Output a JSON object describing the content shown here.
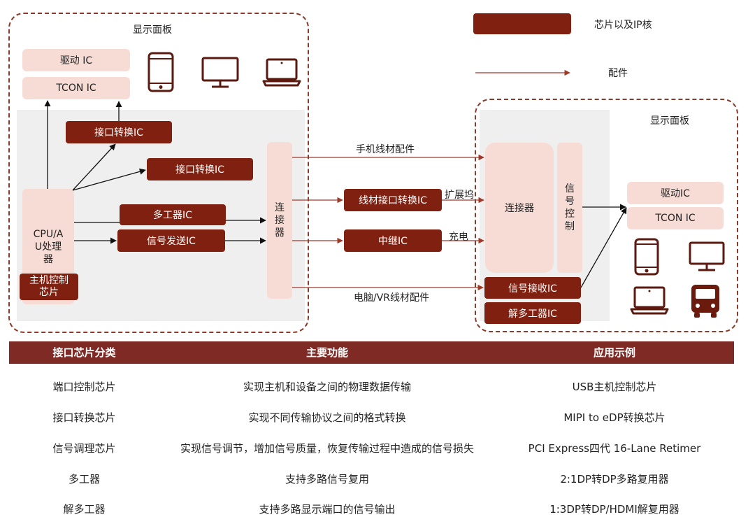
{
  "legend": {
    "chip_label": "芯片以及IP核",
    "arrow_label": "配件"
  },
  "left_panel": {
    "title": "显示面板",
    "driver_ic": "驱动 IC",
    "tcon_ic": "TCON IC",
    "cpu_lines": [
      "CPU/A",
      "U处理",
      "器"
    ],
    "host_chip_lines": [
      "主机控制",
      "芯片"
    ],
    "interface_ic_1": "接口转换IC",
    "interface_ic_2": "接口转换IC",
    "mux_ic": "多工器IC",
    "signal_send_ic": "信号发送IC",
    "connector_chars": [
      "连",
      "接",
      "器"
    ]
  },
  "middle": {
    "phone_cable": "手机线材配件",
    "cable_interface_ic": "线材接口转换IC",
    "dock": "扩展坞",
    "repeater_ic": "中继IC",
    "charging": "充电",
    "pc_vr_cable": "电脑/VR线材配件"
  },
  "right_panel": {
    "title": "显示面板",
    "connector": "连接器",
    "signal_control_chars": [
      "信",
      "号",
      "控",
      "制"
    ],
    "signal_receive_ic": "信号接收IC",
    "demux_ic": "解多工器IC",
    "driver_ic": "驱动IC",
    "tcon_ic": "TCON IC"
  },
  "icons": [
    "phone-icon",
    "monitor-icon",
    "laptop-icon",
    "bus-icon"
  ],
  "colors": {
    "chip": "#7f2010",
    "pink": "#f7dcd6",
    "arrow": "#a0392a",
    "table_header": "#7f2a24"
  },
  "table": {
    "headers": [
      "接口芯片分类",
      "主要功能",
      "应用示例"
    ],
    "rows": [
      [
        "端口控制芯片",
        "实现主机和设备之间的物理数据传输",
        "USB主机控制芯片"
      ],
      [
        "接口转换芯片",
        "实现不同传输协议之间的格式转换",
        "MIPI to eDP转换芯片"
      ],
      [
        "信号调理芯片",
        "实现信号调节，增加信号质量，恢复传输过程中造成的信号损失",
        "PCI Express四代 16-Lane Retimer"
      ],
      [
        "多工器",
        "支持多路信号复用",
        "2:1DP转DP多路复用器"
      ],
      [
        "解多工器",
        "支持多路显示端口的信号输出",
        "1:3DP转DP/HDMI解复用器"
      ]
    ]
  }
}
